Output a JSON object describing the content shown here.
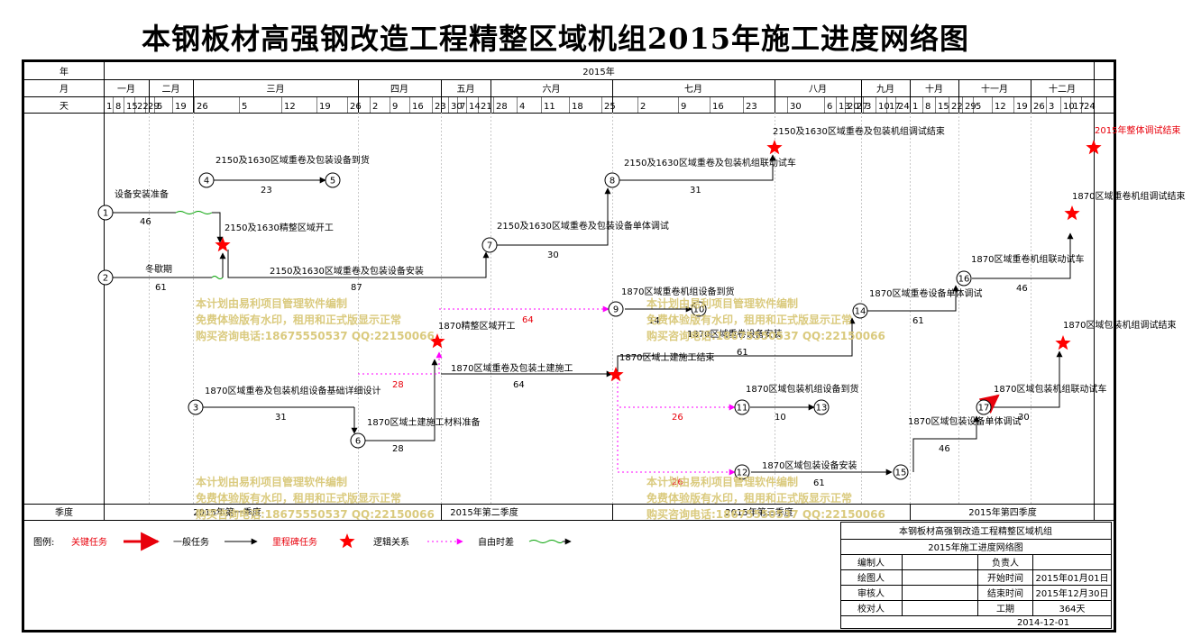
{
  "title": "本钢板材高强钢改造工程精整区域机组2015年施工进度网络图",
  "header": {
    "row_labels": {
      "year": "年",
      "month": "月",
      "day": "天",
      "quarter": "季度"
    },
    "year": "2015年",
    "months": [
      "一月",
      "二月",
      "三月",
      "四月",
      "五月",
      "六月",
      "七月",
      "八月",
      "九月",
      "十月",
      "十一月",
      "十二月"
    ],
    "days": [
      "1",
      "8",
      "15",
      "22",
      "29",
      "5",
      "19",
      "26",
      "5",
      "12",
      "19",
      "26",
      "2",
      "9",
      "16",
      "23",
      "30",
      "7",
      "14",
      "21",
      "28",
      "4",
      "11",
      "18",
      "25",
      "2",
      "9",
      "16",
      "23",
      "30",
      "6",
      "13",
      "20",
      "27",
      "3",
      "10",
      "17",
      "24",
      "1",
      "8",
      "15",
      "22",
      "29",
      "5",
      "12",
      "19",
      "26",
      "3",
      "10",
      "17",
      "24"
    ],
    "quarters": [
      "2015年第一季度",
      "2015年第二季度",
      "2015年第三季度",
      "2015年第四季度"
    ]
  },
  "nodes": [
    "1",
    "2",
    "3",
    "4",
    "5",
    "6",
    "7",
    "8",
    "9",
    "10",
    "11",
    "12",
    "13",
    "14",
    "15",
    "16",
    "17"
  ],
  "tasks": [
    {
      "label": "设备安装准备",
      "duration": "46"
    },
    {
      "label": "冬歇期",
      "duration": "61"
    },
    {
      "label": "2150及1630精整区域开工",
      "duration": ""
    },
    {
      "label": "2150及1630区域重卷及包装设备到货",
      "duration": "23"
    },
    {
      "label": "2150及1630区域重卷及包装设备安装",
      "duration": "87"
    },
    {
      "label": "2150及1630区域重卷及包装设备单体调试",
      "duration": "30"
    },
    {
      "label": "2150及1630区域重卷及包装机组联动试车",
      "duration": "31"
    },
    {
      "label": "2150及1630区域重卷及包装机组调试结束",
      "duration": ""
    },
    {
      "label": "1870区域重卷及包装机组设备基础详细设计",
      "duration": "31"
    },
    {
      "label": "1870区域土建施工材料准备",
      "duration": "28"
    },
    {
      "label": "1870精整区域开工",
      "duration": ""
    },
    {
      "label": "1870区域重卷及包装土建施工",
      "duration": "64"
    },
    {
      "label": "1870区域土建施工结束",
      "duration": ""
    },
    {
      "label": "1870区域重卷机组设备到货",
      "duration": "14"
    },
    {
      "label": "1870区域重卷设备安装",
      "duration": "61"
    },
    {
      "label": "1870区域包装机组设备到货",
      "duration": "10"
    },
    {
      "label": "1870区域包装设备安装",
      "duration": "61"
    },
    {
      "label": "1870区域重卷设备单体调试",
      "duration": "61"
    },
    {
      "label": "1870区域重卷机组联动试车",
      "duration": "46"
    },
    {
      "label": "1870区域重卷机组调试结束",
      "duration": ""
    },
    {
      "label": "1870区域包装设备单体调试",
      "duration": "46"
    },
    {
      "label": "1870区域包装机组联动试车",
      "duration": "30"
    },
    {
      "label": "1870区域包装机组调试结束",
      "duration": ""
    },
    {
      "label": "2015年整体调试结束",
      "duration": ""
    }
  ],
  "dashed_durations": [
    "64",
    "28",
    "26",
    "26"
  ],
  "watermark": [
    "本计划由易利项目管理软件编制",
    "免费体验版有水印，租用和正式版显示正常",
    "购买咨询电话:18675550537 QQ:22150066"
  ],
  "legend": {
    "label": "图例:",
    "items": [
      "关键任务",
      "一般任务",
      "里程碑任务",
      "逻辑关系",
      "自由时差"
    ]
  },
  "info_table": {
    "project": "本钢板材高强钢改造工程精整区域机组",
    "chart_name": "2015年施工进度网络图",
    "compiler": "编制人",
    "owner": "负责人",
    "drawer": "绘图人",
    "start_label": "开始时间",
    "start_value": "2015年01月01日",
    "reviewer": "审核人",
    "end_label": "结束时间",
    "end_value": "2015年12月30日",
    "checker": "校对人",
    "period_label": "工期",
    "period_value": "364天",
    "date": "2014-12-01"
  },
  "colors": {
    "critical": "#e8000b",
    "normal": "#000000",
    "logic": "#ff00ff",
    "float": "#00a000",
    "watermark": "#d9c878",
    "milestone": "#ff0000"
  }
}
